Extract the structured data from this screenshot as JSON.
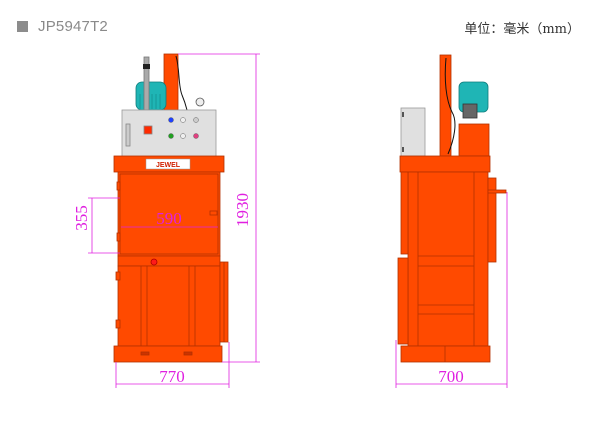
{
  "header": {
    "model": "JP5947T2",
    "unit_label": "单位：毫米（mm）"
  },
  "front_view": {
    "brand_plate": "JEWEL",
    "dimensions": {
      "height": "1930",
      "width": "770",
      "chamber_width": "590",
      "opening_height": "355"
    }
  },
  "side_view": {
    "dimensions": {
      "depth": "700"
    }
  },
  "colors": {
    "machine_body": "#ff4a00",
    "outline": "#b33000",
    "motor": "#1fb5b5",
    "control_panel": "#e0e0e0",
    "dimension_lines": "#e020e0",
    "model_text": "#8a8a8a"
  }
}
